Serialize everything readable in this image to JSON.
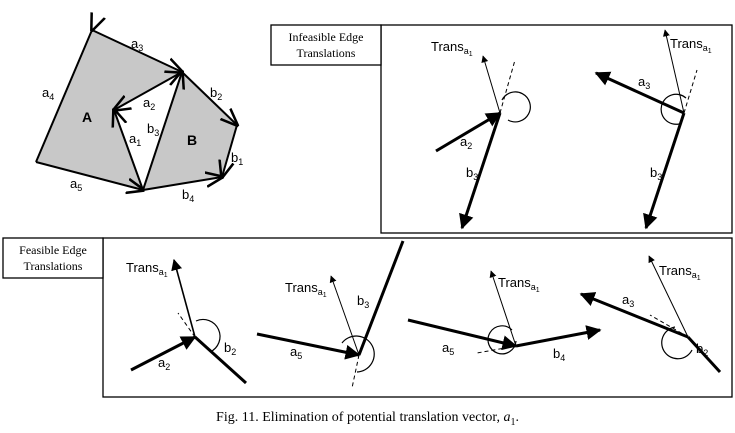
{
  "polygons": {
    "A": "A",
    "B": "B",
    "a1": "a",
    "a1_sub": "1",
    "a2": "a",
    "a2_sub": "2",
    "a3": "a",
    "a3_sub": "3",
    "a4": "a",
    "a4_sub": "4",
    "a5": "a",
    "a5_sub": "5",
    "b1": "b",
    "b1_sub": "1",
    "b2": "b",
    "b2_sub": "2",
    "b3": "b",
    "b3_sub": "3",
    "b4": "b",
    "b4_sub": "4",
    "fill_color": "#c8c8c8"
  },
  "infeasible": {
    "title_line1": "Infeasible Edge",
    "title_line2": "Translations",
    "trans": "Trans",
    "trans_sub": "a",
    "trans_subsub": "1",
    "p1": {
      "a": "a",
      "a_sub": "2",
      "b": "b",
      "b_sub": "3"
    },
    "p2": {
      "a": "a",
      "a_sub": "3",
      "b": "b",
      "b_sub": "3"
    }
  },
  "feasible": {
    "title_line1": "Feasible Edge",
    "title_line2": "Translations",
    "trans": "Trans",
    "trans_sub": "a",
    "trans_subsub": "1",
    "p1": {
      "a": "a",
      "a_sub": "2",
      "b": "b",
      "b_sub": "2"
    },
    "p2": {
      "a": "a",
      "a_sub": "5",
      "b": "b",
      "b_sub": "3"
    },
    "p3": {
      "a": "a",
      "a_sub": "5",
      "b": "b",
      "b_sub": "4"
    },
    "p4": {
      "a": "a",
      "a_sub": "3",
      "b": "b",
      "b_sub": "2"
    }
  },
  "caption": {
    "prefix": "Fig. 11.  Elimination of potential translation vector, ",
    "var": "a",
    "var_sub": "1",
    "suffix": "."
  }
}
